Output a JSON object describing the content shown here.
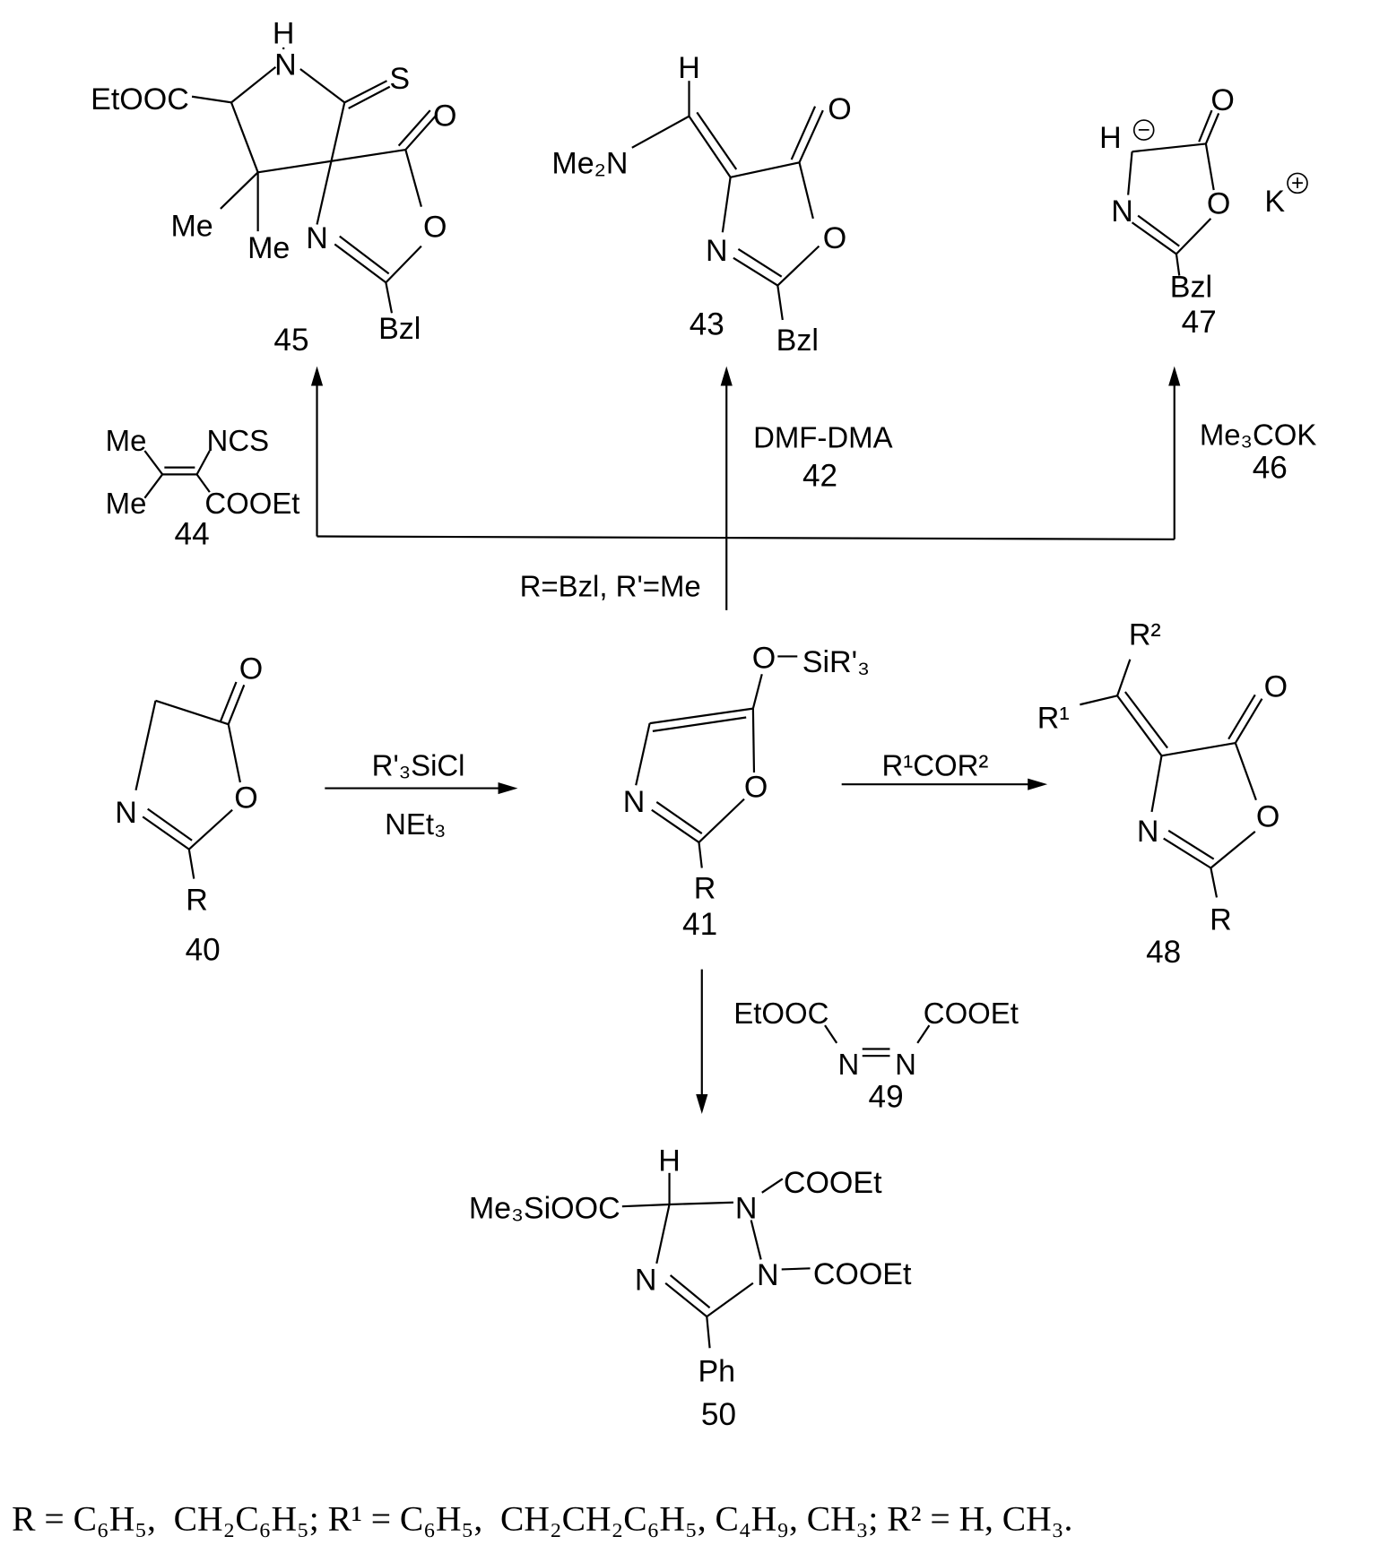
{
  "compounds": {
    "c45": {
      "number": "45",
      "atoms": {
        "H": "H",
        "N": "N",
        "S": "S",
        "O_exo": "O",
        "O_ring": "O",
        "N_ring": "N",
        "ester": "EtOOC",
        "Me1": "Me",
        "Me2": "Me",
        "R": "Bzl"
      }
    },
    "c43": {
      "number": "43",
      "atoms": {
        "H": "H",
        "amine": "Me₂N",
        "O_exo": "O",
        "O_ring": "O",
        "N_ring": "N",
        "R": "Bzl"
      }
    },
    "c47": {
      "number": "47",
      "atoms": {
        "H": "H",
        "minus": "−",
        "O_exo": "O",
        "O_ring": "O",
        "N_ring": "N",
        "R": "Bzl",
        "K": "K",
        "plus": "+"
      }
    },
    "c40": {
      "number": "40",
      "atoms": {
        "O_exo": "O",
        "O_ring": "O",
        "N_ring": "N",
        "R": "R"
      }
    },
    "c41": {
      "number": "41",
      "atoms": {
        "O": "O",
        "silyl": "SiR'₃",
        "O_ring": "O",
        "N_ring": "N",
        "R": "R"
      }
    },
    "c48": {
      "number": "48",
      "atoms": {
        "R1": "R¹",
        "R2": "R²",
        "O_exo": "O",
        "O_ring": "O",
        "N_ring": "N",
        "R": "R"
      }
    },
    "c50": {
      "number": "50",
      "atoms": {
        "H": "H",
        "ester_left": "Me₃SiOOC",
        "N1": "N",
        "N2": "N",
        "N3": "N",
        "ester1": "COOEt",
        "ester2": "COOEt",
        "R": "Ph"
      }
    }
  },
  "reagents": {
    "r44": {
      "number": "44",
      "Me_top": "Me",
      "Me_bottom": "Me",
      "NCS": "NCS",
      "ester": "COOEt"
    },
    "r42": {
      "name": "DMF-DMA",
      "number": "42"
    },
    "r46": {
      "name": "Me₃COK",
      "number": "46"
    },
    "r49": {
      "number": "49",
      "ester_left": "EtOOC",
      "ester_right": "COOEt",
      "N1": "N",
      "N2": "N"
    },
    "condition_branch": "R=Bzl, R'=Me",
    "step1_top": "R'₃SiCl",
    "step1_bottom": "NEt₃",
    "step2_top": "R¹COR²"
  },
  "footnote": "R = C₆H₅,  CH₂C₆H₅; R¹ = C₆H₅,  CH₂CH₂C₆H₅, C₄H₉, CH₃; R² = H, CH₃."
}
